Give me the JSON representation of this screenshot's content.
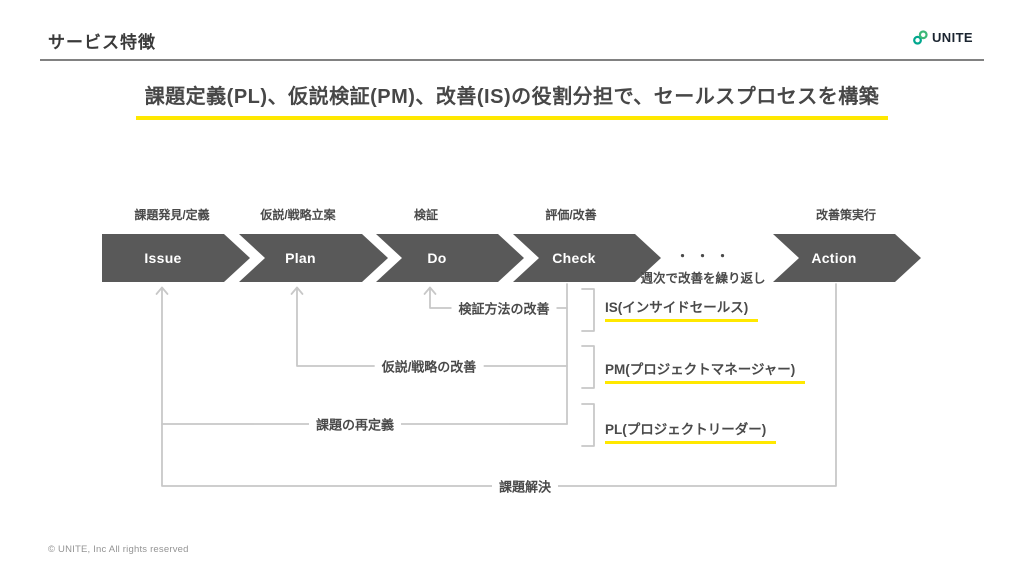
{
  "header": {
    "title": "サービス特徴",
    "logo_text": "UNITE"
  },
  "heading": {
    "text": "課題定義(PL)、仮説検証(PM)、改善(IS)の役割分担で、セールスプロセスを構築"
  },
  "process": {
    "steps": [
      {
        "phase": "課題発見/定義",
        "name": "Issue"
      },
      {
        "phase": "仮説/戦略立案",
        "name": "Plan"
      },
      {
        "phase": "検証",
        "name": "Do"
      },
      {
        "phase": "評価/改善",
        "name": "Check"
      },
      {
        "phase": "改善策実行",
        "name": "Action"
      }
    ],
    "ellipsis": "・・・",
    "repeat_note": "週次で改善を繰り返し"
  },
  "feedback_loops": [
    {
      "label": "検証方法の改善"
    },
    {
      "label": "仮説/戦略の改善"
    },
    {
      "label": "課題の再定義"
    },
    {
      "label": "課題解決"
    }
  ],
  "roles": [
    {
      "label": "IS(インサイドセールス)"
    },
    {
      "label": "PM(プロジェクトマネージャー)"
    },
    {
      "label": "PL(プロジェクトリーダー)"
    }
  ],
  "footer": {
    "copyright": "© UNITE, Inc All rights reserved"
  },
  "colors": {
    "chevron_gray": "#595959",
    "accent_yellow": "#ffe800",
    "connector_gray": "#c8c8c8",
    "text_dark": "#4a4a4a",
    "logo_teal": "#00a78e",
    "logo_green": "#3cb878"
  }
}
